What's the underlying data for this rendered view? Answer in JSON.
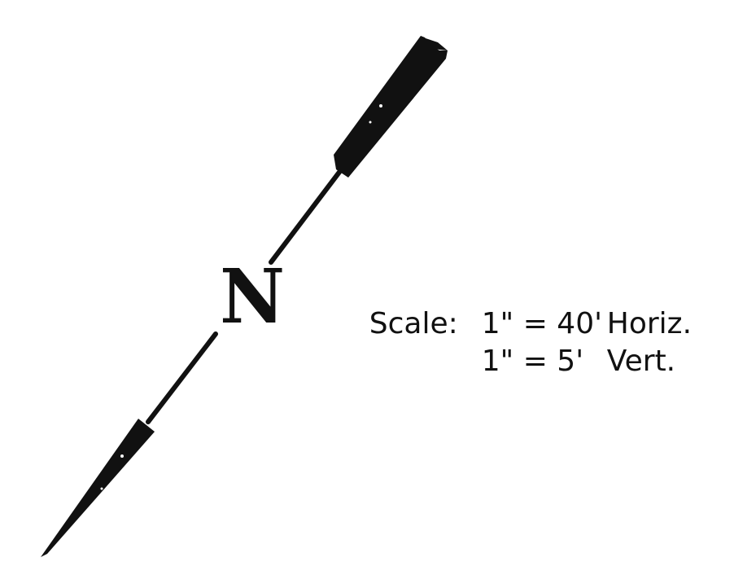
{
  "north": {
    "letter": "N"
  },
  "scale": {
    "label": "Scale:",
    "rows": [
      {
        "ratio": "1\" = 40'",
        "direction": "Horiz."
      },
      {
        "ratio": "1\" = 5'",
        "direction": "Vert."
      }
    ]
  },
  "colors": {
    "ink": "#111111",
    "background": "#ffffff"
  }
}
